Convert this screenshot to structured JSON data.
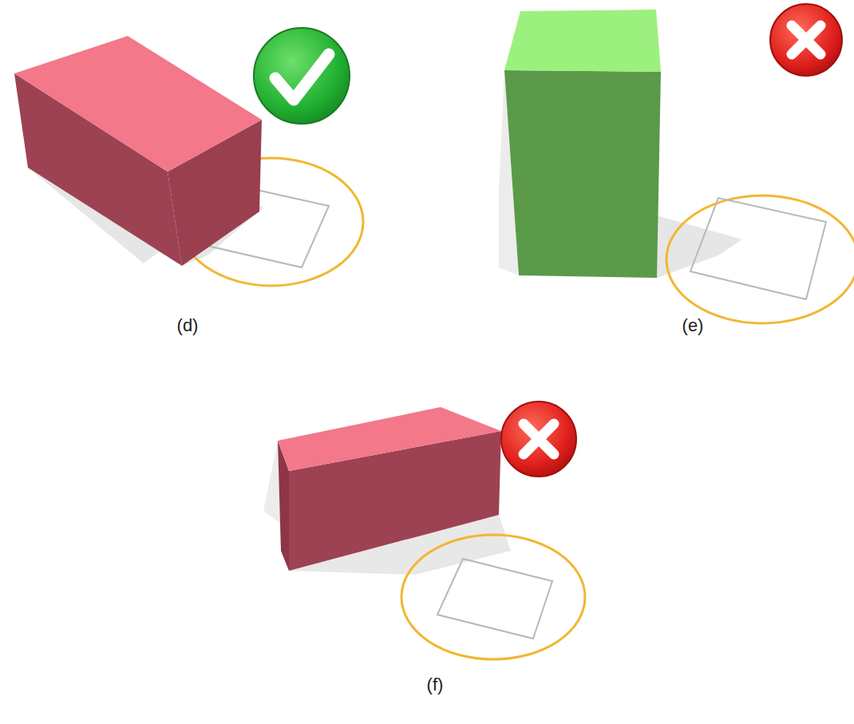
{
  "diagram": {
    "labels": [
      "(d)",
      "(e)",
      "(f)"
    ]
  }
}
